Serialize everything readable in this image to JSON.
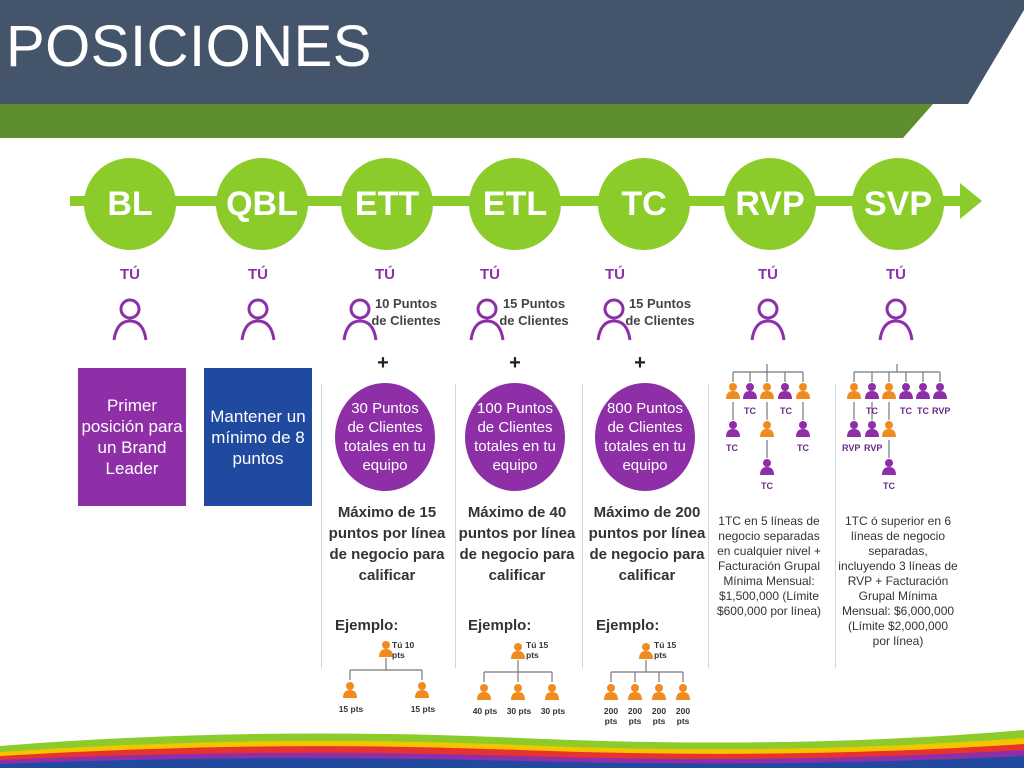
{
  "title": "POSICIONES",
  "levels": [
    {
      "code": "BL",
      "you": "TÚ"
    },
    {
      "code": "QBL",
      "you": "TÚ"
    },
    {
      "code": "ETT",
      "you": "TÚ",
      "personal_points": "10 Puntos de Clientes"
    },
    {
      "code": "ETL",
      "you": "TÚ",
      "personal_points": "15 Puntos de Clientes"
    },
    {
      "code": "TC",
      "you": "TÚ",
      "personal_points": "15 Puntos de Clientes"
    },
    {
      "code": "RVP",
      "you": "TÚ"
    },
    {
      "code": "SVP",
      "you": "TÚ"
    }
  ],
  "plus_sign": "+",
  "bl_box": "Primer posición para un Brand Leader",
  "qbl_box": "Mantener un mínimo de 8 puntos",
  "ett": {
    "team": "30 Puntos de Clientes totales en tu equipo",
    "max": "Máximo de 15 puntos por línea de negocio para calificar",
    "example": "Ejemplo:",
    "top": "Tú 10 pts",
    "leaves": [
      "15 pts",
      "15 pts"
    ]
  },
  "etl": {
    "team": "100 Puntos de Clientes totales en tu equipo",
    "max": "Máximo de 40 puntos por línea de negocio para calificar",
    "example": "Ejemplo:",
    "top": "Tú 15 pts",
    "leaves": [
      "40 pts",
      "30 pts",
      "30 pts"
    ]
  },
  "tc": {
    "team": "800 Puntos de Clientes totales en tu equipo",
    "max": "Máximo de 200 puntos por línea de negocio para calificar",
    "example": "Ejemplo:",
    "top": "Tú 15 pts",
    "leaves": [
      "200 pts",
      "200 pts",
      "200 pts",
      "200 pts"
    ]
  },
  "rvp": {
    "tc_label": "TC",
    "requirement": "1TC en 5 líneas de negocio separadas en cualquier nivel + Facturación Grupal Mínima Mensual: $1,500,000 (Límite $600,000 por línea)"
  },
  "svp": {
    "tc_label": "TC",
    "rvp_label": "RVP",
    "requirement": "1TC ó superior en 6 líneas de negocio separadas, incluyendo 3 líneas de RVP + Facturación Grupal Mínima Mensual: $6,000,000 (Límite $2,000,000 por línea)"
  },
  "colors": {
    "navy": "#44546a",
    "header_green": "#5f8e2e",
    "lime": "#8ccc2a",
    "purple": "#8e2fa8",
    "blue": "#1f4aa0",
    "orange": "#f08c1e"
  }
}
